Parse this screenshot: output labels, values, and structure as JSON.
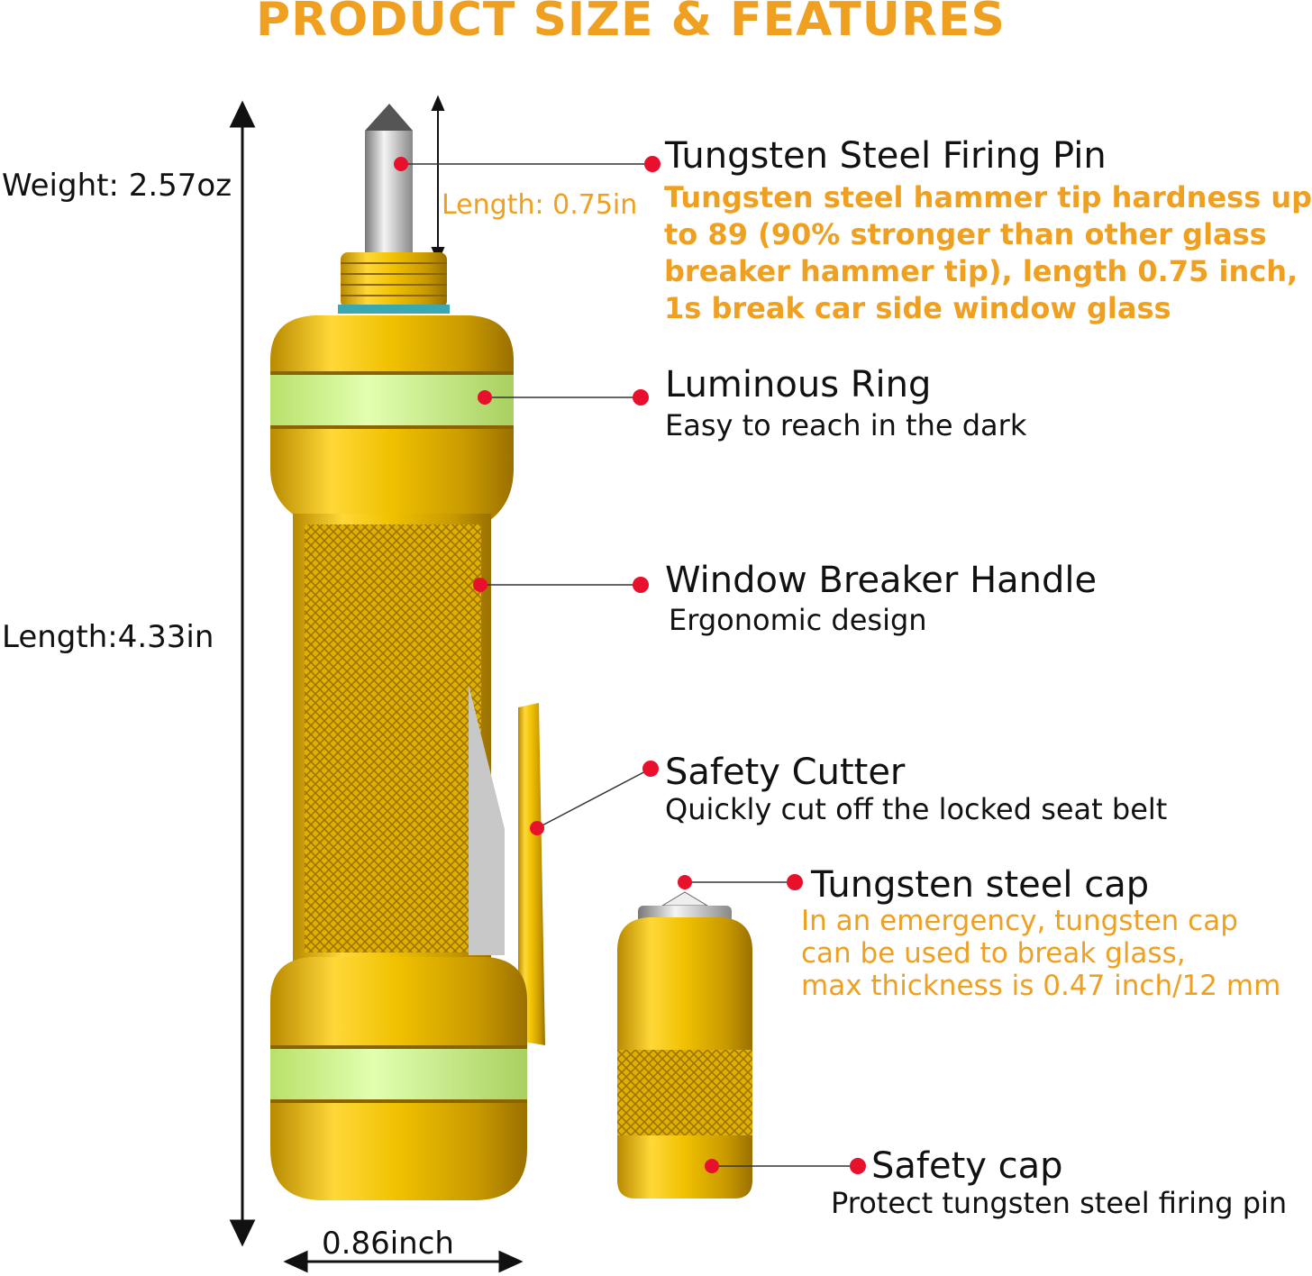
{
  "title": "PRODUCT SIZE & FEATURES",
  "dimensions": {
    "weight": "Weight: 2.57oz",
    "length": "Length:4.33in",
    "width": "0.86inch",
    "pin_length": "Length: 0.75in"
  },
  "features": {
    "firing_pin": {
      "title": "Tungsten Steel Firing Pin",
      "lines": [
        "Tungsten steel hammer tip hardness up",
        "to 89 (90% stronger than other glass",
        "breaker hammer tip), length 0.75 inch,",
        "1s break car side window glass"
      ]
    },
    "luminous_ring": {
      "title": "Luminous Ring",
      "desc": "Easy to reach in the dark"
    },
    "handle": {
      "title": "Window Breaker Handle",
      "desc": "Ergonomic design"
    },
    "cutter": {
      "title": "Safety Cutter",
      "desc": "Quickly cut off the locked seat belt"
    },
    "steel_cap": {
      "title": "Tungsten steel cap",
      "lines": [
        "In an emergency, tungsten cap",
        "can be used to break glass,",
        "max thickness is 0.47 inch/12 mm"
      ]
    },
    "safety_cap": {
      "title": "Safety cap",
      "desc": "Protect tungsten steel firing pin"
    }
  },
  "colors": {
    "accent": "#f0a020",
    "callout_dot": "#e8102c",
    "body_gold": "#e8b800",
    "luminous": "#c8f08a"
  }
}
